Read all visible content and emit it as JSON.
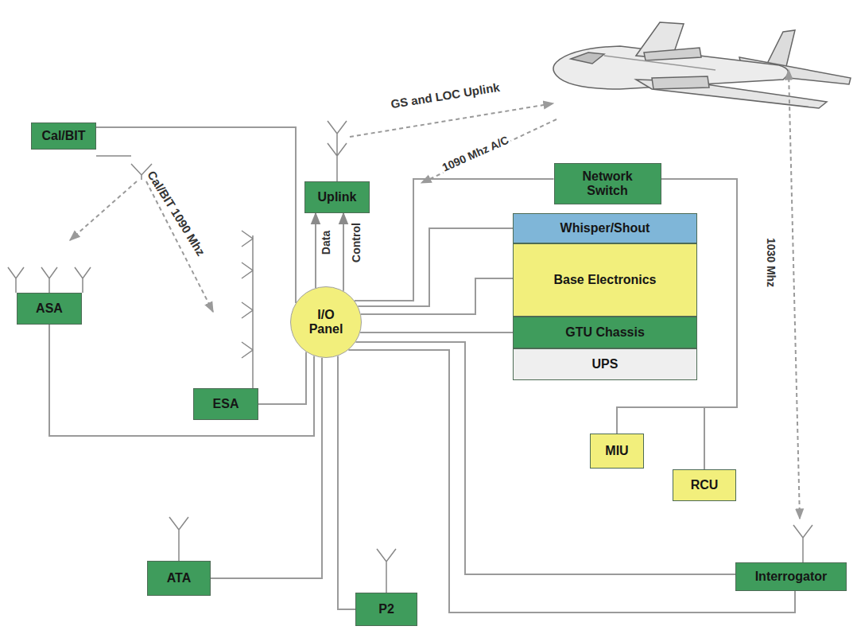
{
  "diagram": {
    "nodes": [
      {
        "text": [
          "Cal/BIT"
        ]
      },
      {
        "text": [
          "ASA"
        ]
      },
      {
        "text": [
          "Uplink"
        ]
      },
      {
        "text": [
          "ESA"
        ]
      },
      {
        "text": [
          "I/O Panel"
        ]
      },
      {
        "text": [
          "Network Switch"
        ]
      },
      {
        "text": [
          "Whisper/Shout"
        ]
      },
      {
        "text": [
          "Base Electronics"
        ]
      },
      {
        "text": [
          "GTU Chassis"
        ]
      },
      {
        "text": [
          "UPS"
        ]
      },
      {
        "text": [
          "MIU"
        ]
      },
      {
        "text": [
          "RCU"
        ]
      },
      {
        "text": [
          "ATA"
        ]
      },
      {
        "text": [
          "P2"
        ]
      },
      {
        "text": [
          "Interrogator"
        ]
      }
    ],
    "edges": [
      {
        "from": 0,
        "to": 4,
        "arrow": "none"
      },
      {
        "from": 1,
        "to": 4,
        "arrow": "none"
      },
      {
        "from": 3,
        "to": 4,
        "arrow": "none"
      },
      {
        "from": 4,
        "to": 2,
        "label": "Data",
        "arrow": "to"
      },
      {
        "from": 4,
        "to": 2,
        "label": "Control",
        "arrow": "to"
      },
      {
        "from": 4,
        "to": 5,
        "arrow": "none"
      },
      {
        "from": 4,
        "to": 6,
        "arrow": "none"
      },
      {
        "from": 4,
        "to": 7,
        "arrow": "none"
      },
      {
        "from": 4,
        "to": 8,
        "arrow": "none"
      },
      {
        "from": 5,
        "to": 10,
        "arrow": "none"
      },
      {
        "from": 5,
        "to": 11,
        "arrow": "none"
      },
      {
        "from": 4,
        "to": 12,
        "arrow": "none"
      },
      {
        "from": 4,
        "to": 13,
        "arrow": "none"
      },
      {
        "from": 4,
        "to": 14,
        "arrow": "none"
      },
      {
        "from": 4,
        "to": 14,
        "arrow": "none"
      }
    ],
    "labels": [
      "GS and LOC Uplink",
      "1090 Mhz A/C",
      "Cal/BIT 1090 Mhz",
      "1030 Mhz"
    ]
  }
}
